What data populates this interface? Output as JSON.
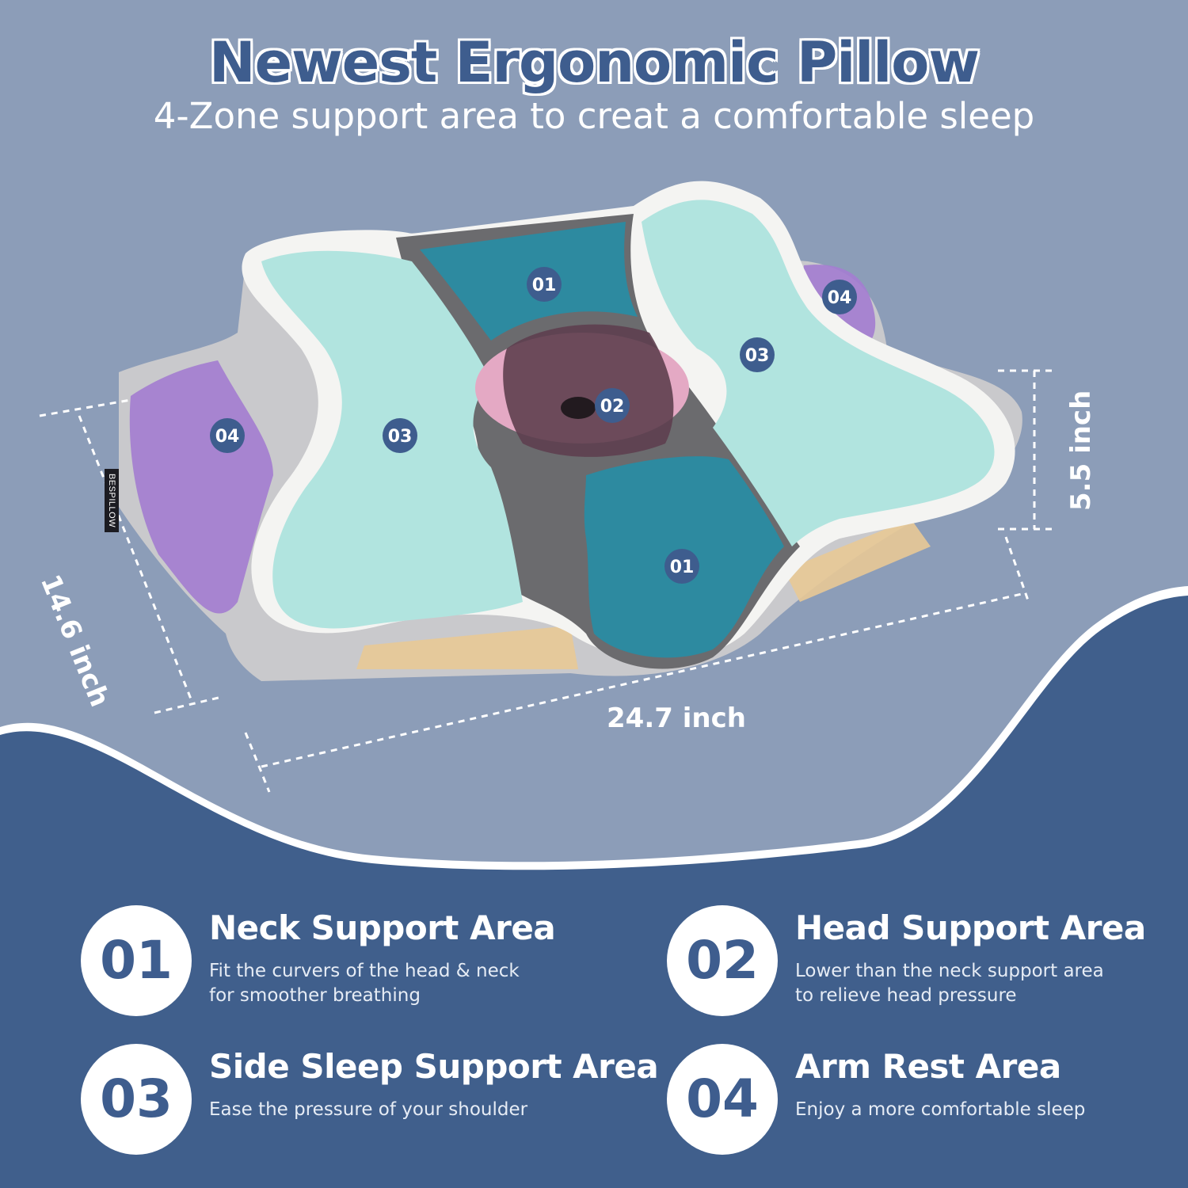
{
  "header": {
    "title": "Newest Ergonomic Pillow",
    "subtitle": "4-Zone support area to creat a comfortable sleep"
  },
  "brand": "BESPILLOW",
  "dimensions": {
    "width": "14.6 inch",
    "length": "24.7 inch",
    "height": "5.5 inch"
  },
  "zones": {
    "neck_top": "01",
    "neck_bottom": "01",
    "head": "02",
    "side_left": "03",
    "side_right": "03",
    "arm_left": "04",
    "arm_right": "04"
  },
  "features": [
    {
      "num": "01",
      "title": "Neck Support Area",
      "desc": "Fit the curvers of the head & neck\nfor smoother breathing"
    },
    {
      "num": "02",
      "title": "Head Support Area",
      "desc": "Lower than the neck support area\nto relieve head pressure"
    },
    {
      "num": "03",
      "title": "Side Sleep Support Area",
      "desc": "Ease the pressure of your shoulder"
    },
    {
      "num": "04",
      "title": "Arm Rest Area",
      "desc": "Enjoy a more comfortable sleep"
    }
  ],
  "colors": {
    "background_top": "#8c9db8",
    "background_bottom": "#405f8c",
    "accent": "#3e5d8e",
    "neck_zone": "#2d8aa0",
    "head_zone": "#e4a9c4",
    "side_zone": "#b1e4df",
    "arm_zone": "#a47ed0",
    "base_zone": "#e8c996"
  }
}
